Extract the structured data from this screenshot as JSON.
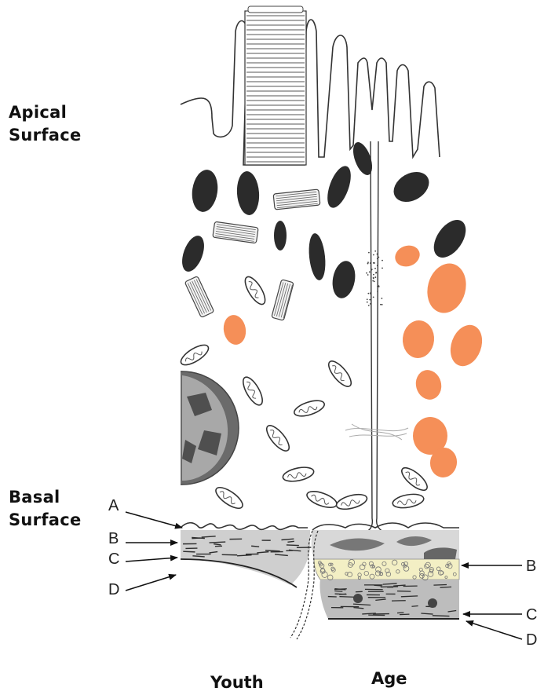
{
  "headings": {
    "apical_line1": "Apical",
    "apical_line2": "Surface",
    "basal_line1": "Basal",
    "basal_line2": "Surface"
  },
  "left_labels": [
    "A",
    "B",
    "C",
    "D"
  ],
  "right_labels": [
    "B",
    "C",
    "D"
  ],
  "footer": {
    "youth": "Youth",
    "age": "Age"
  },
  "colors": {
    "melanosome": "#2b2b2b",
    "lipofuscin": "#f58f58",
    "basal_lamina": "#d8d8d8",
    "bruch_collagen": "#bdbdbd",
    "bruch_inner_collagen_aged": "#f3efc4",
    "nucleus_outer": "#6b6b6b",
    "nucleus_inner": "#a8a8a8"
  }
}
